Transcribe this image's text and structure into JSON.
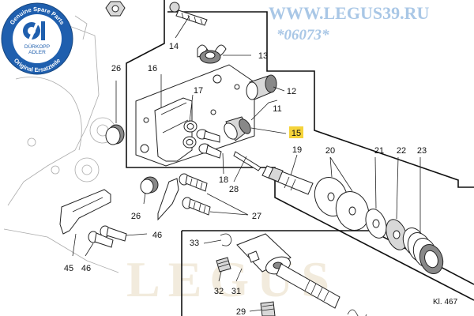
{
  "header": {
    "site": "WWW.LEGUS39.RU",
    "code": "*06073*",
    "site_color": "#a9c7e6",
    "code_color": "#a9c7e6"
  },
  "badge": {
    "ring_top": "Genuine Spare Parts",
    "ring_bottom": "Original Ersatzteile",
    "brand_line1": "DÜRKOPP",
    "brand_line2": "ADLER",
    "color": "#1f5fae"
  },
  "watermark": "LEGUS",
  "plate_ref": "Kl. 467",
  "callouts": {
    "c11": "11",
    "c12": "12",
    "c13": "13",
    "c14": "14",
    "c15": "15",
    "c16": "16",
    "c17": "17",
    "c18": "18",
    "c19": "19",
    "c20": "20",
    "c21": "21",
    "c22": "22",
    "c23": "23",
    "c26a": "26",
    "c26b": "26",
    "c27": "27",
    "c28": "28",
    "c29": "29",
    "c31": "31",
    "c32": "32",
    "c33": "33",
    "c45": "45",
    "c46a": "46",
    "c46b": "46"
  },
  "highlight_color": "#f5d33a"
}
